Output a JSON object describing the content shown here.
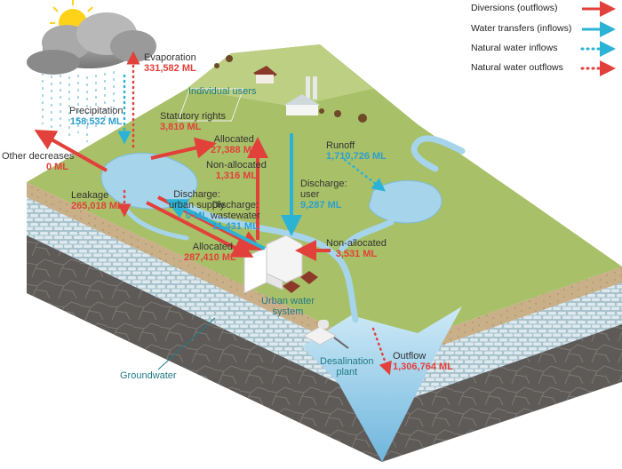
{
  "legend": [
    {
      "label": "Diversions (outflows)",
      "style": "solid",
      "color": "#e2403b"
    },
    {
      "label": "Water transfers (inflows)",
      "style": "solid",
      "color": "#2bb3d6"
    },
    {
      "label": "Natural water inflows",
      "style": "dotted",
      "color": "#2bb3d6"
    },
    {
      "label": "Natural water outflows",
      "style": "dotted",
      "color": "#e2403b"
    }
  ],
  "flows": {
    "evaporation": {
      "label": "Evaporation",
      "value": "331,582 ML"
    },
    "precipitation": {
      "label": "Precipitation",
      "value": "158,532 ML"
    },
    "statutory_rights": {
      "label": "Statutory rights",
      "value": "3,810 ML"
    },
    "other_decreases": {
      "label": "Other decreases",
      "value": "0 ML"
    },
    "leakage": {
      "label": "Leakage",
      "value": "265,018 ML"
    },
    "allocated_users": {
      "label": "Allocated",
      "value": "27,388 ML"
    },
    "non_allocated_users": {
      "label": "Non-allocated",
      "value": "1,316 ML"
    },
    "discharge_urban_supply": {
      "label": "Discharge:\nurban supply",
      "value": "0 ML"
    },
    "discharge_wastewater": {
      "label": "Discharge:\nwastewater",
      "value": "11,431 ML"
    },
    "discharge_user": {
      "label": "Discharge:\nuser",
      "value": "9,287 ML"
    },
    "runoff": {
      "label": "Runoff",
      "value": "1,710,726 ML"
    },
    "allocated_urban": {
      "label": "Allocated",
      "value": "287,410 ML"
    },
    "non_allocated_urban": {
      "label": "Non-allocated",
      "value": "3,531 ML"
    },
    "outflow": {
      "label": "Outflow",
      "value": "1,306,764 ML"
    }
  },
  "places": {
    "individual_users": "Individual users",
    "urban_water_system": "Urban water\nsystem",
    "desalination_plant": "Desalination\nplant",
    "groundwater": "Groundwater"
  },
  "colors": {
    "diversion": "#e2403b",
    "transfer": "#2bb3d6",
    "value_blue": "#2f9fcf",
    "land": "#a8c067",
    "water": "#9fd0e8",
    "soil": "#c9b089",
    "rock": "#5e5a57"
  }
}
